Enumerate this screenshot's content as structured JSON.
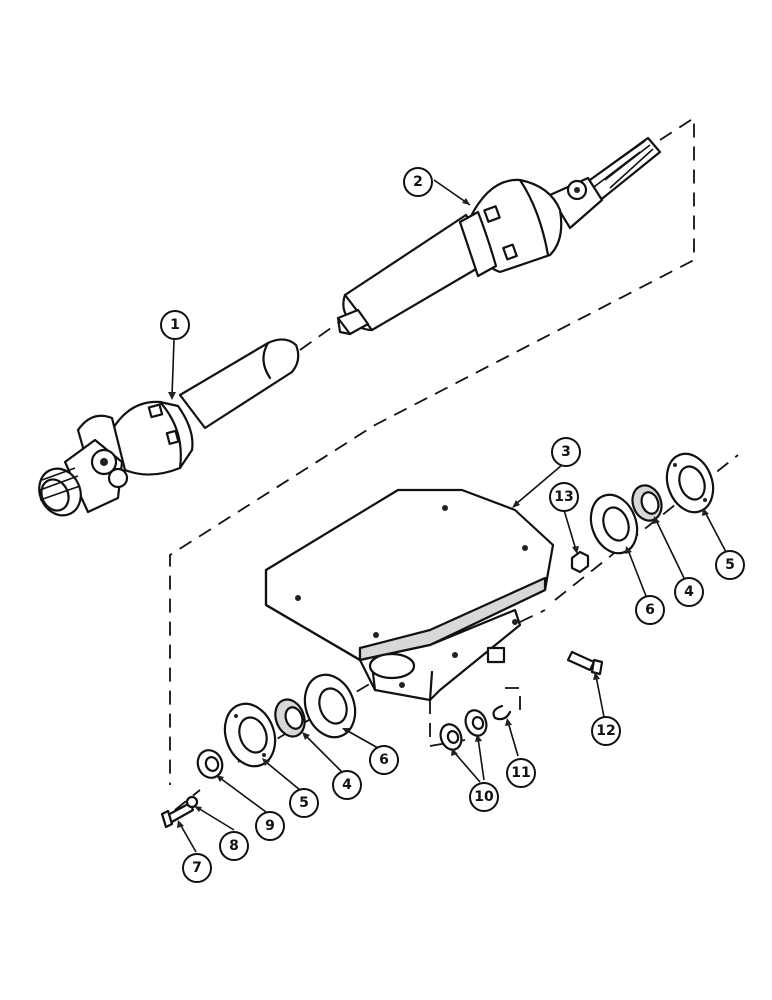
{
  "callouts": {
    "c1": "1",
    "c2": "2",
    "c3": "3",
    "c4a": "4",
    "c4b": "4",
    "c5a": "5",
    "c5b": "5",
    "c6a": "6",
    "c6b": "6",
    "c7": "7",
    "c8": "8",
    "c9": "9",
    "c10": "10",
    "c11": "11",
    "c12": "12",
    "c13": "13"
  }
}
